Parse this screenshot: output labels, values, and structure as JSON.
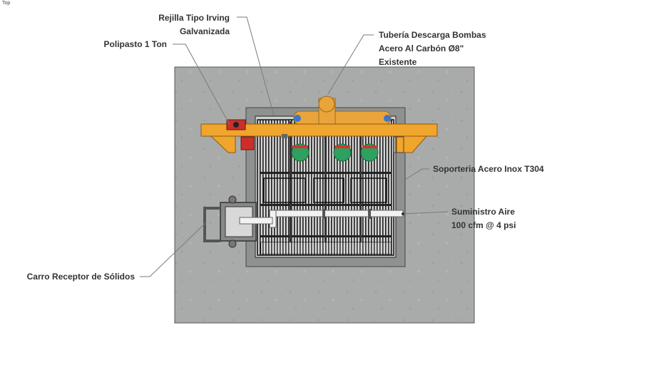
{
  "view": {
    "label": "Top"
  },
  "annotations": {
    "rejilla": {
      "line1": "Rejilla Tipo Irving",
      "line2": "Galvanizada"
    },
    "polipasto": {
      "text": "Polipasto 1 Ton"
    },
    "tuberia": {
      "line1": "Tubería Descarga Bombas",
      "line2": "Acero Al Carbón Ø8\"",
      "line3": "Existente"
    },
    "soporteria": {
      "text": "Soporteria Acero Inox T304"
    },
    "suministro": {
      "line1": "Suministro Aire",
      "line2": "100 cfm @ 4 psi"
    },
    "carro": {
      "text": "Carro Receptor de Sólidos"
    }
  },
  "colors": {
    "background": "#ffffff",
    "concrete_slab": "#a9abab",
    "pit": "#8f9191",
    "steel_beam": "#f0a52c",
    "pipe": "#e9a43b",
    "pump": "#2ea05f",
    "valve": "#d2362c",
    "air_pipe": "#f2f2f2",
    "grating": "#1e1e1e",
    "leader_line": "#7a7a7a"
  }
}
